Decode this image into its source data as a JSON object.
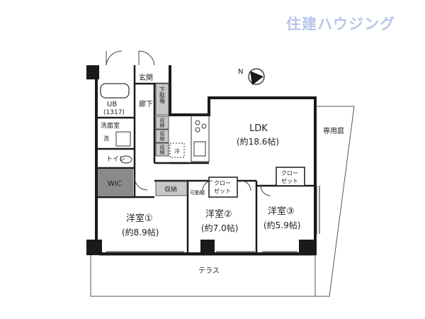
{
  "brand": {
    "logo_text": "住建ハウジング",
    "color": "#b9c6e8"
  },
  "compass": {
    "label": "N"
  },
  "rooms": {
    "genkan": "玄関",
    "roka": "廊下",
    "ub": "UB",
    "ub_size": "(1317)",
    "senmenshitsu": "洗面室",
    "sen": "洗",
    "toilet": "トイレ",
    "wic": "WIC",
    "shuno": "収納",
    "shita_shuno": "下駄箱",
    "ldk": "LDK",
    "ldk_size": "(約18.6帖)",
    "yoshitsu1": "洋室①",
    "yoshitsu1_size": "(約8.9帖)",
    "yoshitsu2": "洋室②",
    "yoshitsu2_size": "(約7.0帖)",
    "yoshitsu3": "洋室③",
    "yoshitsu3_size": "(約5.9帖)",
    "closet_line1": "クロー",
    "closet_line2": "ゼット",
    "kadotana": "可動棚",
    "senyoniwa": "専用庭",
    "terrace": "テラス",
    "reizoko": "冷"
  },
  "colors": {
    "wall": "#1a1a1a",
    "wic_fill": "#8a8a8a",
    "storage_fill": "#c8c8c8"
  }
}
